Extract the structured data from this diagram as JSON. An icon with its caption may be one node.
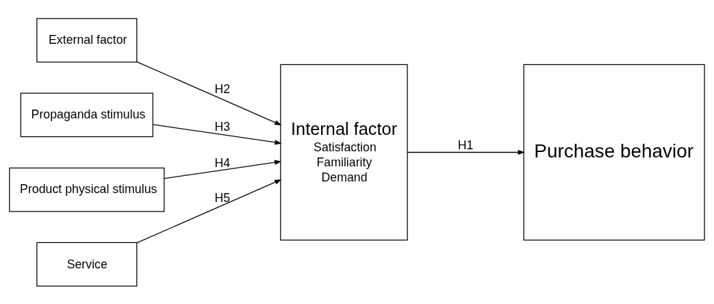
{
  "diagram": {
    "nodes": [
      {
        "text": [
          "External factor"
        ]
      },
      {
        "text": [
          "Propaganda stimulus"
        ]
      },
      {
        "text": [
          "Product physical stimulus"
        ]
      },
      {
        "text": [
          "Service"
        ]
      },
      {
        "text": [
          "Internal factor",
          "Satisfaction",
          "Familiarity",
          "Demand"
        ]
      },
      {
        "text": [
          "Purchase behavior"
        ]
      }
    ],
    "edges": [
      {
        "from": 0,
        "to": 4,
        "arrow": "to",
        "label": "H2"
      },
      {
        "from": 1,
        "to": 4,
        "arrow": "to",
        "label": "H3"
      },
      {
        "from": 2,
        "to": 4,
        "arrow": "to",
        "label": "H4"
      },
      {
        "from": 3,
        "to": 4,
        "arrow": "to",
        "label": "H5"
      },
      {
        "from": 4,
        "to": 5,
        "arrow": "to",
        "label": "H1"
      }
    ]
  }
}
